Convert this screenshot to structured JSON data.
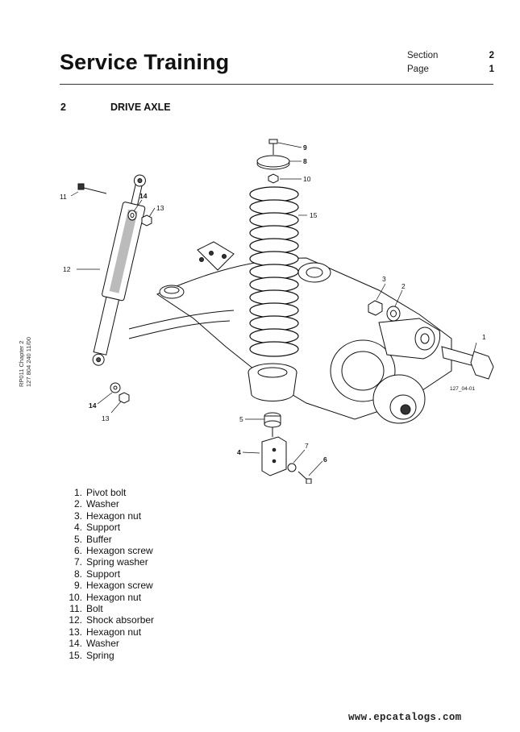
{
  "header": {
    "title": "Service Training",
    "section_label": "Section",
    "section_value": "2",
    "page_label": "Page",
    "page_value": "1"
  },
  "section": {
    "number": "2",
    "title": "DRIVE AXLE"
  },
  "side_note": {
    "line1": "RP011 Chapter 2",
    "line2": "127 804 240 11/00"
  },
  "figure": {
    "ref": "127_04-01",
    "callouts": [
      "1",
      "2",
      "3",
      "4",
      "5",
      "6",
      "7",
      "8",
      "9",
      "10",
      "11",
      "12",
      "13",
      "14",
      "15",
      "13",
      "14"
    ]
  },
  "parts": [
    {
      "num": "1.",
      "name": "Pivot bolt"
    },
    {
      "num": "2.",
      "name": "Washer"
    },
    {
      "num": "3.",
      "name": "Hexagon nut"
    },
    {
      "num": "4.",
      "name": "Support"
    },
    {
      "num": "5.",
      "name": "Buffer"
    },
    {
      "num": "6.",
      "name": "Hexagon screw"
    },
    {
      "num": "7.",
      "name": "Spring washer"
    },
    {
      "num": "8.",
      "name": "Support"
    },
    {
      "num": "9.",
      "name": "Hexagon screw"
    },
    {
      "num": "10.",
      "name": "Hexagon nut"
    },
    {
      "num": "11.",
      "name": "Bolt"
    },
    {
      "num": "12.",
      "name": "Shock absorber"
    },
    {
      "num": "13.",
      "name": "Hexagon nut"
    },
    {
      "num": "14.",
      "name": "Washer"
    },
    {
      "num": "15.",
      "name": "Spring"
    }
  ],
  "footer": {
    "url": "www.epcatalogs.com"
  }
}
